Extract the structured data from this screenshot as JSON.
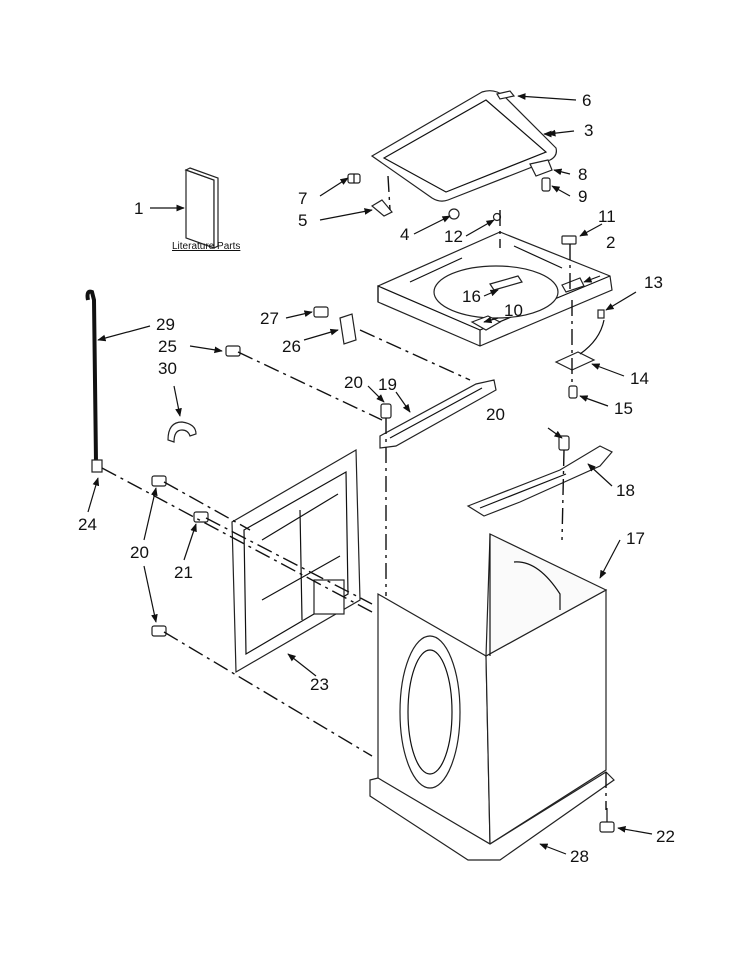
{
  "literature_label": "Literature Parts",
  "callouts": {
    "c1": "1",
    "c2": "2",
    "c3": "3",
    "c4": "4",
    "c5": "5",
    "c6": "6",
    "c7": "7",
    "c8": "8",
    "c9": "9",
    "c10": "10",
    "c11": "11",
    "c12": "12",
    "c13": "13",
    "c14": "14",
    "c15": "15",
    "c16": "16",
    "c17": "17",
    "c18": "18",
    "c19": "19",
    "c20a": "20",
    "c20b": "20",
    "c20c": "20",
    "c21": "21",
    "c22": "22",
    "c23": "23",
    "c24": "24",
    "c25": "25",
    "c26": "26",
    "c27": "27",
    "c28": "28",
    "c29": "29",
    "c30": "30"
  }
}
